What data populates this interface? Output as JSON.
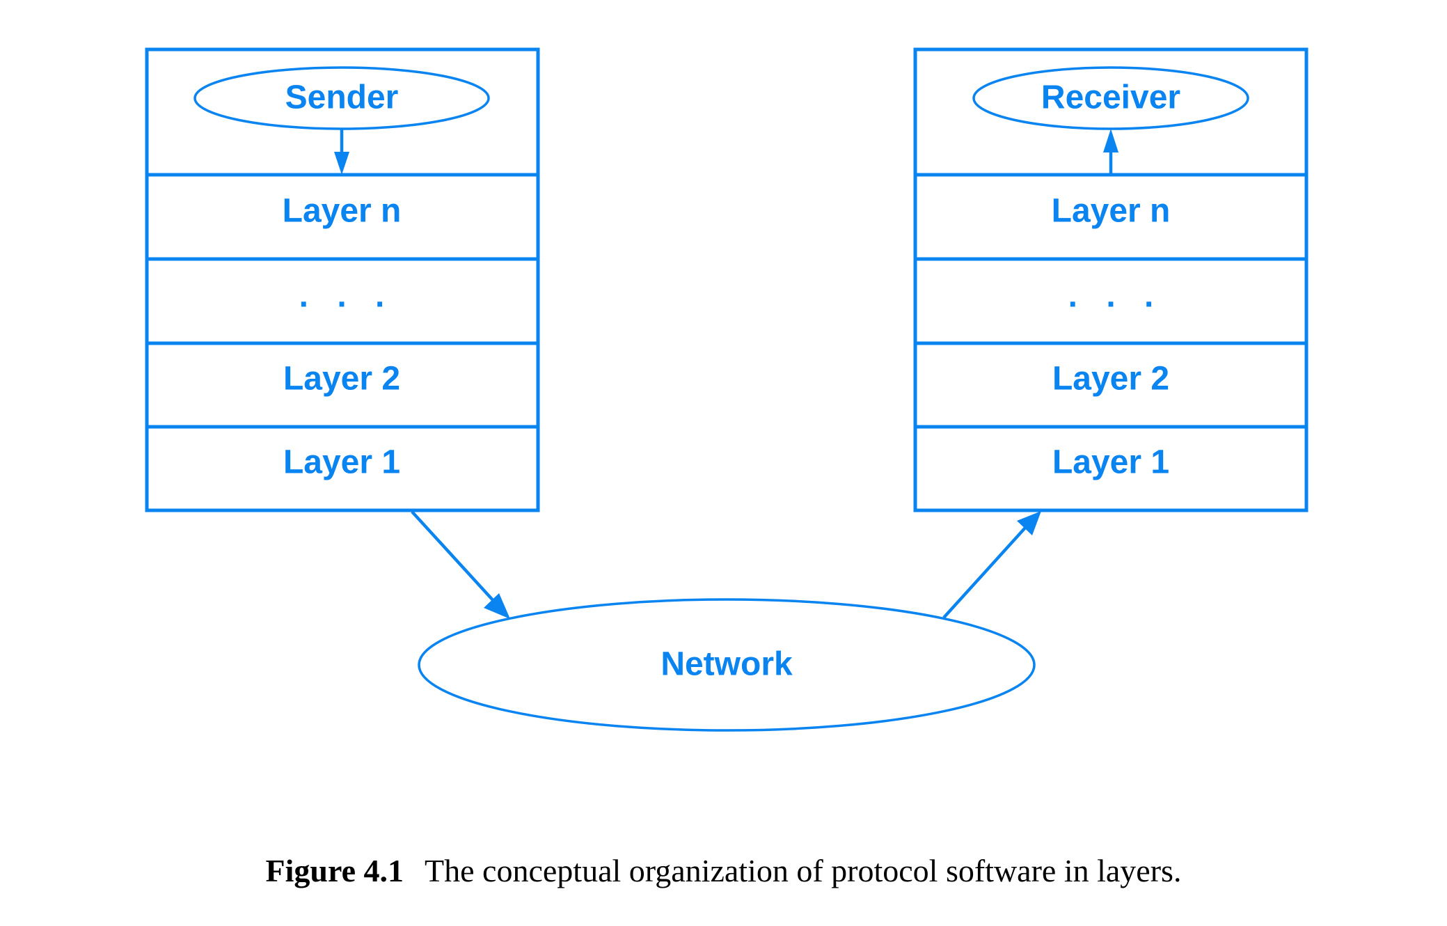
{
  "sender_stack": {
    "app_label": "Sender",
    "layers": [
      "Layer n",
      ". . .",
      "Layer 2",
      "Layer 1"
    ]
  },
  "receiver_stack": {
    "app_label": "Receiver",
    "layers": [
      "Layer n",
      ". . .",
      "Layer 2",
      "Layer 1"
    ]
  },
  "network": {
    "label": "Network"
  },
  "caption": {
    "figure_number": "Figure 4.1",
    "text": "The conceptual organization of protocol software in layers."
  },
  "colors": {
    "diagram": "#0a84f0",
    "caption": "#000000"
  }
}
